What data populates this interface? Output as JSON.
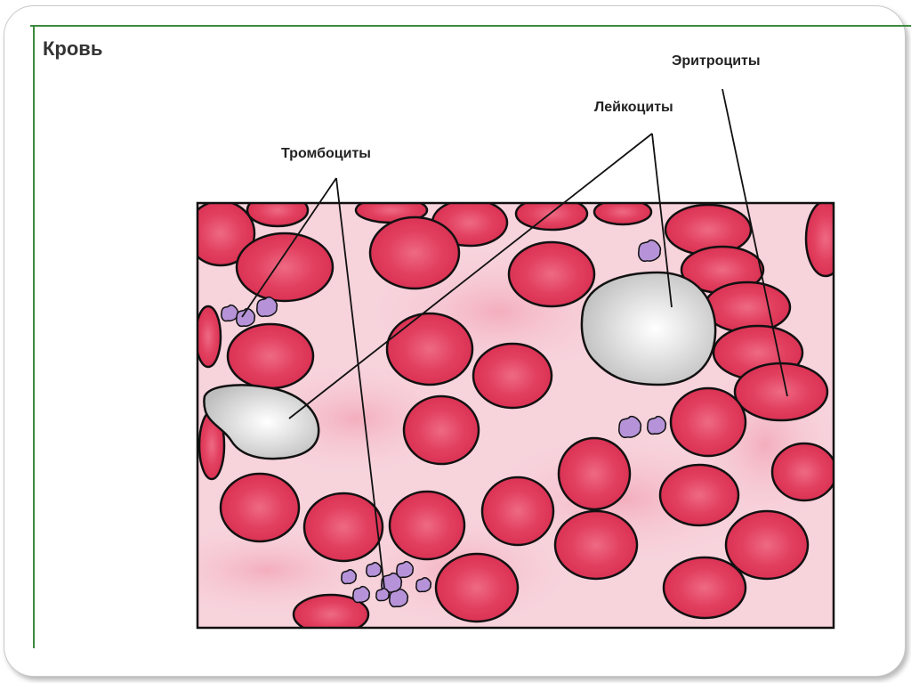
{
  "slide": {
    "title": "Кровь"
  },
  "labels": {
    "erythrocytes": "Эритроциты",
    "leukocytes": "Лейкоциты",
    "platelets": "Тромбоциты"
  },
  "colors": {
    "background_plasma": "#f7cdd7",
    "red_cell": "#e2405f",
    "white_cell": "#cfcfcf",
    "platelet": "#b693d8",
    "accent_line": "#3c8a3c"
  }
}
